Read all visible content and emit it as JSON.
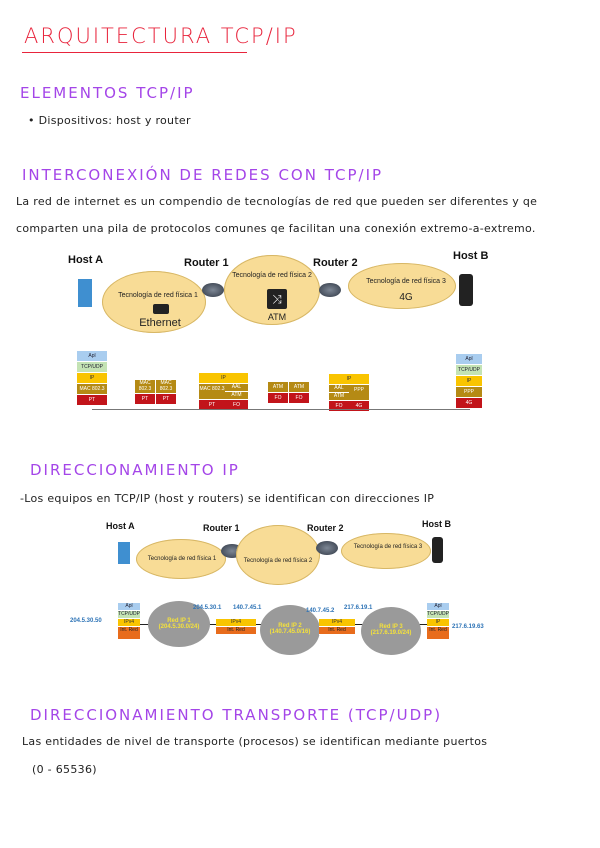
{
  "title": "ARQUITECTURA TCP/IP",
  "colors": {
    "title": "#e8243c",
    "heading": "#a445e8",
    "text": "#222222"
  },
  "sections": {
    "elementos": {
      "heading": "ELEMENTOS TCP/IP",
      "bullet": "Dispositivos: host y router"
    },
    "interconexion": {
      "heading": "INTERCONEXIÓN DE REDES CON TCP/IP",
      "lines": [
        "La red de internet es un compendio de tecnologías de red que pueden ser diferentes y qe",
        "comparten una pila de protocolos comunes qe facilitan una conexión extremo-a-extremo."
      ]
    },
    "direccionamiento_ip": {
      "heading": "DIRECCIONAMIENTO IP",
      "line": "-Los equipos en TCP/IP (host y routers) se identifican con direcciones IP"
    },
    "transporte": {
      "heading": "DIRECCIONAMIENTO TRANSPORTE (TCP/UDP)",
      "lines": [
        "Las entidades de nivel de transporte (procesos) se identifican mediante puertos",
        "(0 - 65536)"
      ]
    }
  },
  "diagram1": {
    "host_a": "Host A",
    "router1": "Router 1",
    "router2": "Router 2",
    "host_b": "Host B",
    "cloud1": "Tecnología de red física 1",
    "cloud1_sub": "Ethernet",
    "cloud2": "Tecnología de red física 2",
    "cloud2_sub": "ATM",
    "cloud3": "Tecnología de red física 3",
    "cloud3_sub": "4G",
    "stack_a": [
      "Apl",
      "TCP/UDP",
      "IP",
      "MAC 802.3",
      "PT"
    ],
    "switch1": [
      "MAC 802.3",
      "PT",
      "MAC 802.3",
      "PT"
    ],
    "router1_stack": {
      "ip": "IP",
      "left": [
        "MAC 802.3",
        "PT"
      ],
      "right": [
        "AAL",
        "ATM",
        "FO"
      ]
    },
    "switch2": [
      "ATM",
      "FO",
      "ATM",
      "FO"
    ],
    "router2_stack": {
      "ip": "IP",
      "left": [
        "AAL",
        "ATM",
        "FO"
      ],
      "right": [
        "PPP",
        "4G"
      ]
    },
    "stack_b": [
      "Apl",
      "TCP/UDP",
      "IP",
      "PPP",
      "4G"
    ]
  },
  "diagram2": {
    "host_a": "Host A",
    "router1": "Router 1",
    "router2": "Router 2",
    "host_b": "Host B",
    "cloud1": "Tecnología de red física 1",
    "cloud2": "Tecnología de red física 2",
    "cloud3": "Tecnología de red física 3",
    "stack_a": [
      "Apl",
      "TCP/UDP",
      "IPv4",
      "Int. Red"
    ],
    "stack_b": [
      "Apl",
      "TCP/UDP",
      "IP",
      "Int. Red"
    ],
    "router_stack": [
      "IPv4",
      "Int. Red"
    ],
    "net1": [
      "Red IP 1",
      "(204.5.30.0/24)"
    ],
    "net2": [
      "Red IP 2",
      "(140.7.45.0/16)"
    ],
    "net3": [
      "Red IP 3",
      "(217.6.19.0/24)"
    ],
    "addr_a": "204.5.30.50",
    "addr_r1a": "204.5.30.1",
    "addr_r1b": "140.7.45.1",
    "addr_r2a": "140.7.45.2",
    "addr_r2b": "217.6.19.1",
    "addr_b": "217.6.19.63"
  }
}
